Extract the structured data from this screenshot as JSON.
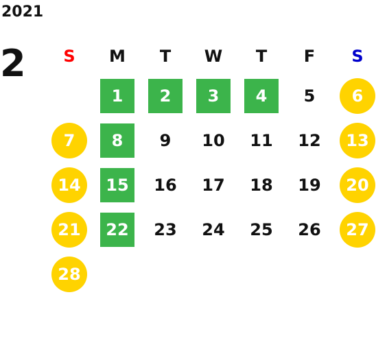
{
  "calendar": {
    "year": "2021",
    "month": "2",
    "weekday_headers": [
      {
        "label": "S",
        "kind": "sun"
      },
      {
        "label": "M",
        "kind": "weekday"
      },
      {
        "label": "T",
        "kind": "weekday"
      },
      {
        "label": "W",
        "kind": "weekday"
      },
      {
        "label": "T",
        "kind": "weekday"
      },
      {
        "label": "F",
        "kind": "weekday"
      },
      {
        "label": "S",
        "kind": "sat"
      }
    ],
    "weeks": [
      [
        null,
        {
          "d": "1",
          "style": "green"
        },
        {
          "d": "2",
          "style": "green"
        },
        {
          "d": "3",
          "style": "green"
        },
        {
          "d": "4",
          "style": "green"
        },
        {
          "d": "5",
          "style": "plain"
        },
        {
          "d": "6",
          "style": "yellow"
        }
      ],
      [
        {
          "d": "7",
          "style": "yellow"
        },
        {
          "d": "8",
          "style": "green"
        },
        {
          "d": "9",
          "style": "plain"
        },
        {
          "d": "10",
          "style": "plain"
        },
        {
          "d": "11",
          "style": "plain"
        },
        {
          "d": "12",
          "style": "plain"
        },
        {
          "d": "13",
          "style": "yellow"
        }
      ],
      [
        {
          "d": "14",
          "style": "yellow"
        },
        {
          "d": "15",
          "style": "green"
        },
        {
          "d": "16",
          "style": "plain"
        },
        {
          "d": "17",
          "style": "plain"
        },
        {
          "d": "18",
          "style": "plain"
        },
        {
          "d": "19",
          "style": "plain"
        },
        {
          "d": "20",
          "style": "yellow"
        }
      ],
      [
        {
          "d": "21",
          "style": "yellow"
        },
        {
          "d": "22",
          "style": "green"
        },
        {
          "d": "23",
          "style": "plain"
        },
        {
          "d": "24",
          "style": "plain"
        },
        {
          "d": "25",
          "style": "plain"
        },
        {
          "d": "26",
          "style": "plain"
        },
        {
          "d": "27",
          "style": "yellow"
        }
      ],
      [
        {
          "d": "28",
          "style": "yellow"
        },
        null,
        null,
        null,
        null,
        null,
        null
      ]
    ],
    "colors": {
      "green_highlight": "#3cb44b",
      "yellow_circle": "#ffd300",
      "sunday_header": "#ff0000",
      "saturday_header": "#0000cc"
    }
  }
}
